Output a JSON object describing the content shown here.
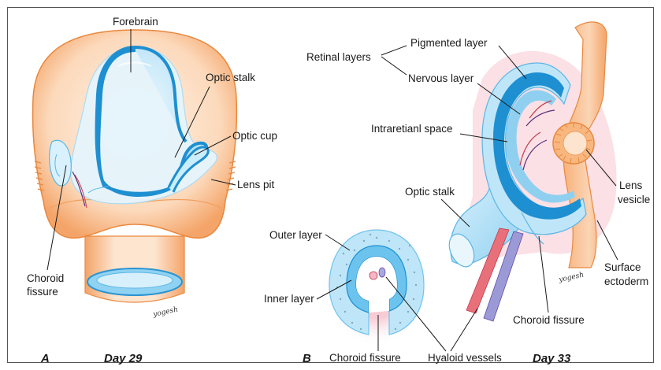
{
  "panel_a": {
    "letter": "A",
    "day": "Day 29",
    "labels": {
      "forebrain": "Forebrain",
      "optic_stalk": "Optic stalk",
      "optic_cup": "Optic cup",
      "lens_pit": "Lens pit",
      "choroid_fissure_1": "Choroid",
      "choroid_fissure_2": "fissure"
    }
  },
  "panel_b": {
    "letter": "B",
    "day": "Day 33",
    "labels": {
      "retinal_layers": "Retinal layers",
      "pigmented_layer": "Pigmented layer",
      "nervous_layer": "Nervous layer",
      "intraretinal_space": "Intraretianl space",
      "optic_stalk": "Optic stalk",
      "lens_vesicle_1": "Lens",
      "lens_vesicle_2": "vesicle",
      "outer_layer": "Outer layer",
      "inner_layer": "Inner layer",
      "choroid_fissure_left": "Choroid fissure",
      "hyaloid_vessels": "Hyaloid vessels",
      "choroid_fissure_right": "Choroid fissure",
      "surface_ectoderm_1": "Surface",
      "surface_ectoderm_2": "ectoderm"
    }
  },
  "signature": "yogesh",
  "colors": {
    "frame": "#555555",
    "orange_tissue": "#f4a468",
    "orange_light": "#fce0c8",
    "blue_outer": "#bfe6f8",
    "blue_mid": "#6cc4ee",
    "blue_dark": "#1e8fd1",
    "glow_pink": "#f7c6cf",
    "vessel_red": "#e8707a",
    "vessel_purple": "#9c9ad6"
  }
}
